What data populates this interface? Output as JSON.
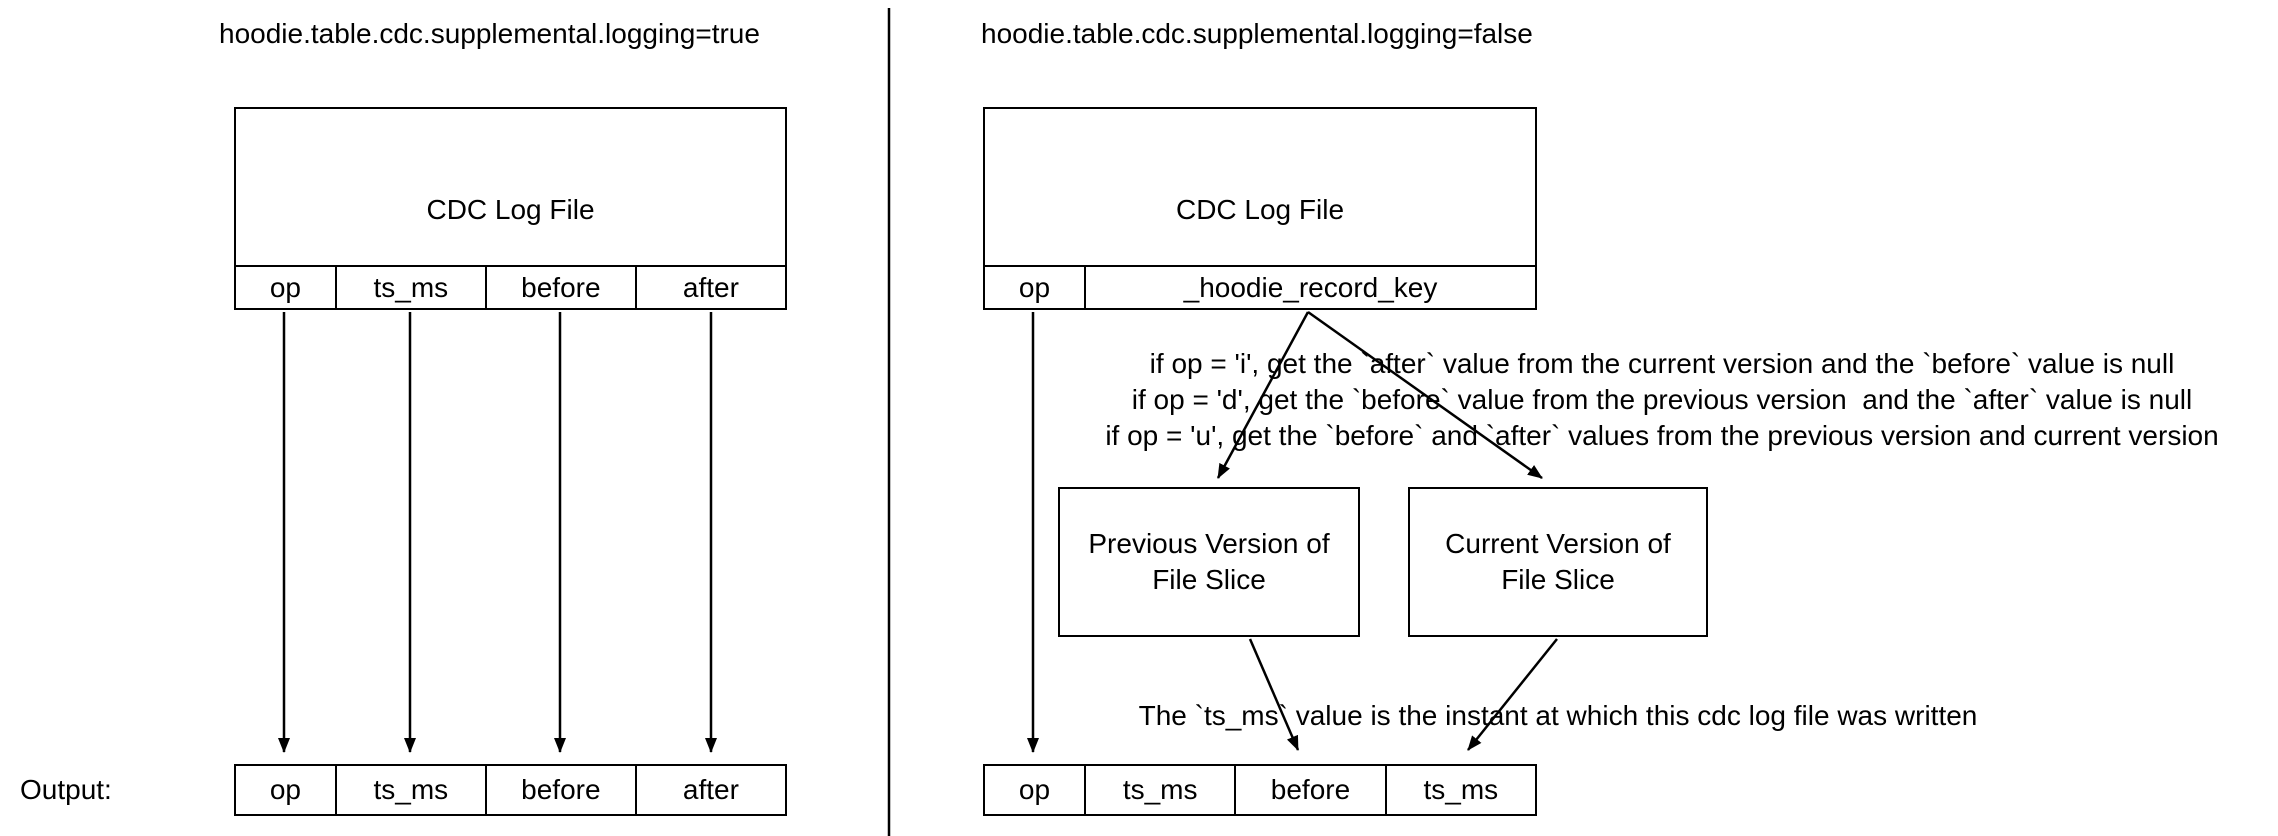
{
  "left_panel": {
    "title": "hoodie.table.cdc.supplemental.logging=true",
    "log_file": {
      "title": "CDC Log File",
      "columns": [
        "op",
        "ts_ms",
        "before",
        "after"
      ]
    },
    "output_label": "Output:",
    "output_columns": [
      "op",
      "ts_ms",
      "before",
      "after"
    ]
  },
  "right_panel": {
    "title": "hoodie.table.cdc.supplemental.logging=false",
    "log_file": {
      "title": "CDC Log File",
      "columns": [
        "op",
        "_hoodie_record_key"
      ]
    },
    "op_rules": [
      "if op = 'i', get the `after` value from the current version and the `before` value is null",
      "if op = 'd', get the `before` value from the previous version  and the `after` value is null",
      "if op = 'u', get the `before` and `after` values from the previous version and current version"
    ],
    "previous_box": [
      "Previous Version of",
      "File Slice"
    ],
    "current_box": [
      "Current Version of",
      "File Slice"
    ],
    "ts_ms_note": "The `ts_ms` value is the instant at which this cdc log file was written",
    "output_columns": [
      "op",
      "ts_ms",
      "before",
      "ts_ms"
    ]
  },
  "colors": {
    "stroke": "#000000",
    "background": "#ffffff",
    "text": "#000000"
  }
}
